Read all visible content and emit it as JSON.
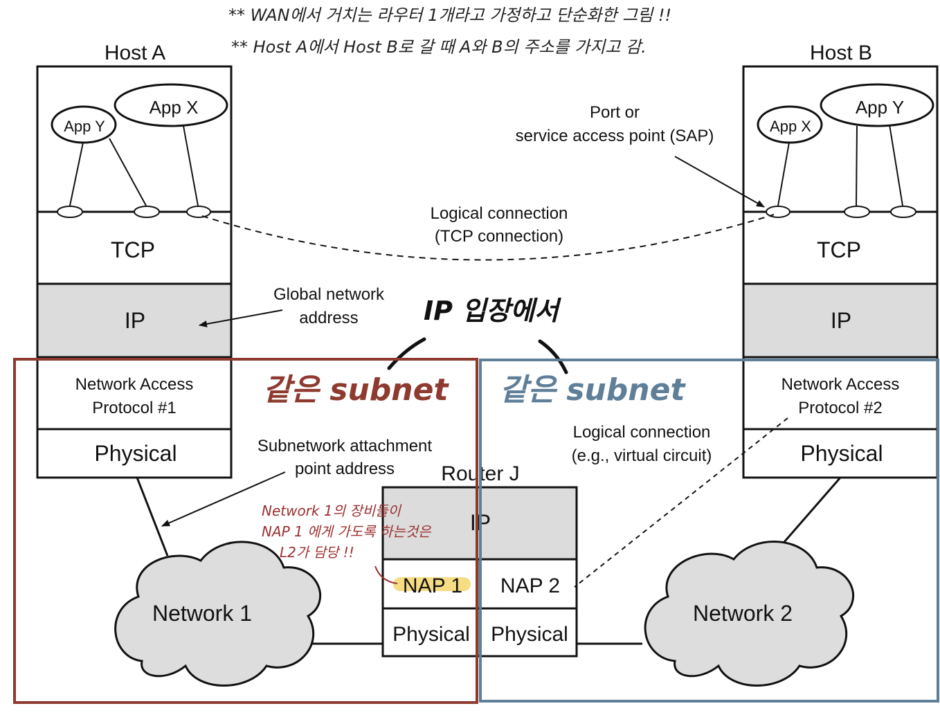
{
  "notes": {
    "line1": "** WAN에서 거치는 라우터 1개라고 가정하고 단순화한 그림 !!",
    "line2": "** Host A에서 Host B로 갈 때 A와 B의 주소를 가지고 감."
  },
  "host_a": {
    "title": "Host A",
    "app_x": "App X",
    "app_y": "App Y",
    "tcp": "TCP",
    "ip": "IP",
    "nap_line1": "Network Access",
    "nap_line2": "Protocol #1",
    "physical": "Physical"
  },
  "host_b": {
    "title": "Host B",
    "app_x": "App X",
    "app_y": "App Y",
    "tcp": "TCP",
    "ip": "IP",
    "nap_line1": "Network Access",
    "nap_line2": "Protocol #2",
    "physical": "Physical"
  },
  "router": {
    "title": "Router J",
    "ip": "IP",
    "nap1": "NAP 1",
    "nap2": "NAP 2",
    "physical1": "Physical",
    "physical2": "Physical"
  },
  "networks": {
    "n1": "Network 1",
    "n2": "Network 2"
  },
  "annotations": {
    "sap_line1": "Port or",
    "sap_line2": "service access point (SAP)",
    "tcp_conn_line1": "Logical connection",
    "tcp_conn_line2": "(TCP connection)",
    "global_line1": "Global network",
    "global_line2": "address",
    "subnet_attach_line1": "Subnetwork attachment",
    "subnet_attach_line2": "point address",
    "vc_line1": "Logical connection",
    "vc_line2": "(e.g., virtual circuit)"
  },
  "handwritten": {
    "ip_view": "IP 입장에서",
    "subnet_left": "같은 subnet",
    "subnet_right": "같은 subnet",
    "nap_note_line1": "Network 1의 장비들이",
    "nap_note_line2": "NAP 1 에게 가도록 하는것은",
    "nap_note_line3": "L2가 담당 !!"
  },
  "colors": {
    "left_subnet": "#8e3a2f",
    "right_subnet": "#5f7f99",
    "gray_layer": "#dcdcdc",
    "cloud": "#dddddd",
    "highlight": "#f5d76e"
  }
}
